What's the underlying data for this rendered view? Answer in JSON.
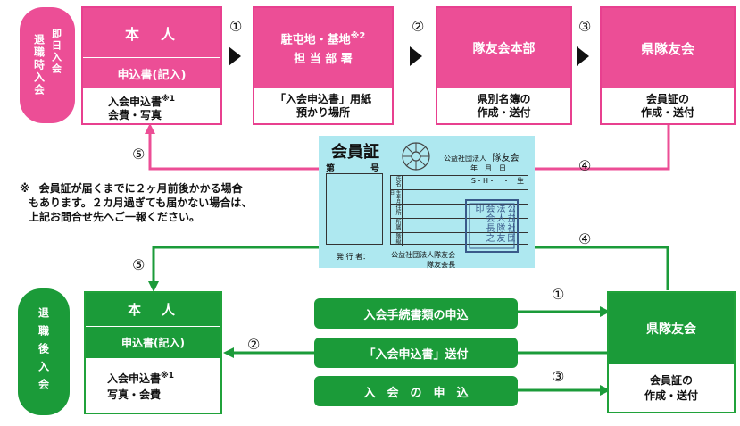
{
  "top": {
    "side_label_left": "退職時入会",
    "side_label_right": "即日入会",
    "box1": {
      "title": "本　人",
      "sub": "申込書(記入)",
      "l1": "入会申込書",
      "l1_note": "※1",
      "l2": "会費・写真"
    },
    "box2": {
      "title": "駐屯地・基地",
      "title_note": "※2",
      "title2": "担 当 部 署",
      "l1": "「入会申込書」用紙",
      "l2": "預かり場所"
    },
    "box3": {
      "title": "隊友会本部",
      "l1": "県別名簿の",
      "l2": "作成・送付"
    },
    "box4": {
      "title": "県隊友会",
      "l1": "会員証の",
      "l2": "作成・送付"
    },
    "steps": [
      "①",
      "②",
      "③",
      "④",
      "⑤"
    ]
  },
  "note": {
    "mark": "※",
    "line1": "会員証が届くまでに２ヶ月前後かかる場合",
    "line2": "もあります。２カ月過ぎても届かない場合は、",
    "line3": "上記お問合せ先へご一報ください。"
  },
  "card": {
    "title": "会員証",
    "label_no": "第　　　　号",
    "org_small": "公益社団法人",
    "org": "隊友会",
    "date": "年　月　日",
    "rows": [
      "氏名",
      "生年月日",
      "住所",
      "所属",
      "階級"
    ],
    "birth": "S・H・　・　生",
    "issuer_label": "発 行 者：",
    "issuer": "公益社団法人隊友会",
    "issuer2": "隊友会長",
    "seal": "公益社団法人隊友会会長之印"
  },
  "bottom": {
    "side_label": "退職後入会",
    "box1": {
      "title": "本　人",
      "sub": "申込書(記入)",
      "l1": "入会申込書",
      "l1_note": "※1",
      "l2": "写真・会費"
    },
    "box2": {
      "title": "県隊友会",
      "l1": "会員証の",
      "l2": "作成・送付"
    },
    "bar1": "入会手続書類の申込",
    "bar2": "「入会申込書」送付",
    "bar3": "入　会　の　申　込",
    "steps": [
      "①",
      "②",
      "③",
      "④",
      "⑤"
    ]
  },
  "colors": {
    "pink": "#ec4e96",
    "green": "#1b9b39",
    "card": "#aee8f0"
  }
}
